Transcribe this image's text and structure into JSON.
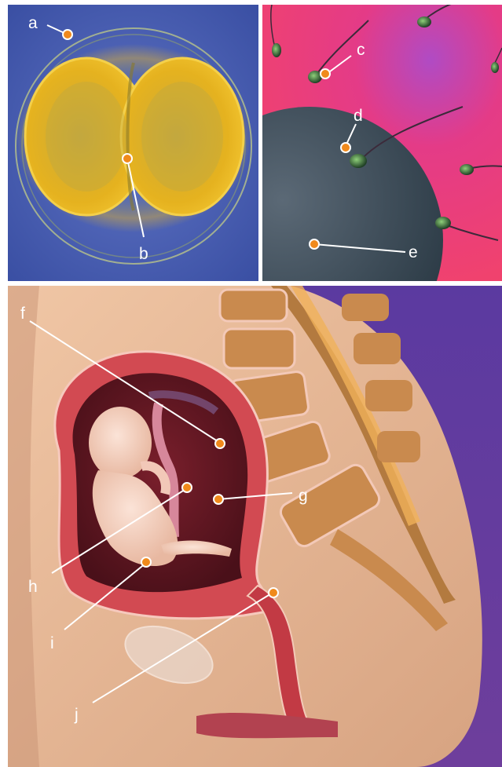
{
  "labels": {
    "a": "a",
    "b": "b",
    "c": "c",
    "d": "d",
    "e": "e",
    "f": "f",
    "g": "g",
    "h": "h",
    "i": "i",
    "j": "j"
  },
  "colors": {
    "marker_fill": "#f08a1c",
    "marker_stroke": "#ffffff",
    "cell_panel_bg": "#3d54a8",
    "cell_yellow": "#e9b21e",
    "sperm_panel_bg": "#e8336a",
    "egg": "#3a4a57",
    "body_panel_bg": "#6a3c9a",
    "skin": "#e7b99a",
    "uterus_wall": "#d24a52",
    "amniotic": "#5a1621",
    "fetus": "#f2c8b8",
    "spine_bone": "#c98a4e"
  }
}
